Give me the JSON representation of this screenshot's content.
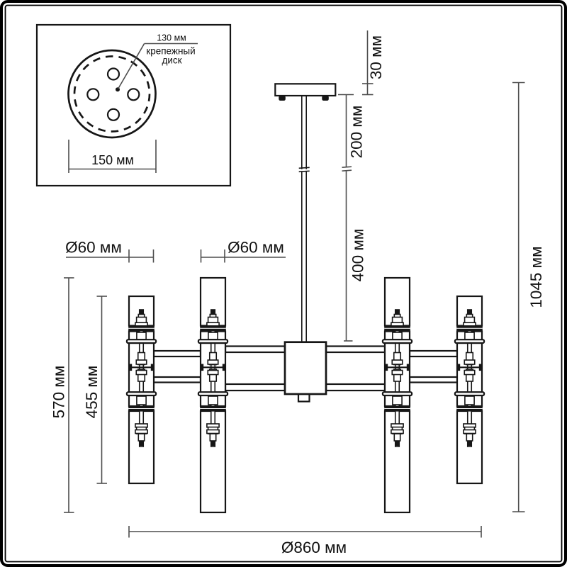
{
  "inset": {
    "hole_circle_diameter_label": "130 мм",
    "mount_caption_line1": "крепежный",
    "mount_caption_line2": "диск",
    "disk_diameter_label": "150 мм"
  },
  "dims": {
    "canopy_height_label": "30 мм",
    "upper_rod_label": "200 мм",
    "lower_rod_label": "400 мм",
    "shade_diameter_left_label": "Ø60 мм",
    "shade_diameter_right_label": "Ø60 мм",
    "tall_shade_height_label": "570 мм",
    "short_shade_height_label": "455 мм",
    "overall_height_label": "1045 мм",
    "overall_diameter_label": "Ø860 мм"
  },
  "colors": {
    "line": "#161616",
    "dimline": "#4d4d4d",
    "text": "#111111",
    "background": "#ffffff"
  }
}
